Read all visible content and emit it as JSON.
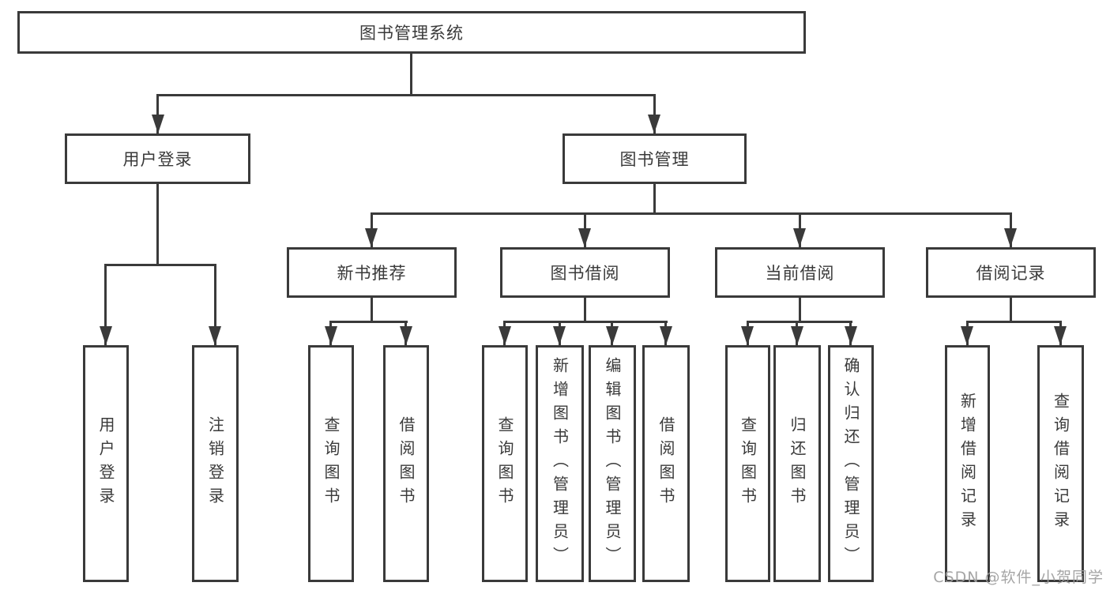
{
  "diagram": {
    "nodes": {
      "root": "图书管理系统",
      "user_login": "用户登录",
      "book_mgmt": "图书管理",
      "new_recommend": "新书推荐",
      "book_borrow": "图书借阅",
      "current_borrow": "当前借阅",
      "borrow_record": "借阅记录"
    },
    "leaves": {
      "user_login": [
        "用户登录",
        "注销登录"
      ],
      "new_recommend": [
        "查询图书",
        "借阅图书"
      ],
      "book_borrow": [
        "查询图书",
        "新增图书（管理员）",
        "编辑图书（管理员）",
        "借阅图书"
      ],
      "current_borrow": [
        "查询图书",
        "归还图书",
        "确认归还（管理员）"
      ],
      "borrow_record": [
        "新增借阅记录",
        "查询借阅记录"
      ]
    },
    "watermark": {
      "text": "CSDN @软件_小贺同学",
      "color": "#9e9e9e"
    },
    "colors": {
      "line": "#3a3a3a",
      "text": "#3a3a3a",
      "background": "#ffffff"
    }
  }
}
